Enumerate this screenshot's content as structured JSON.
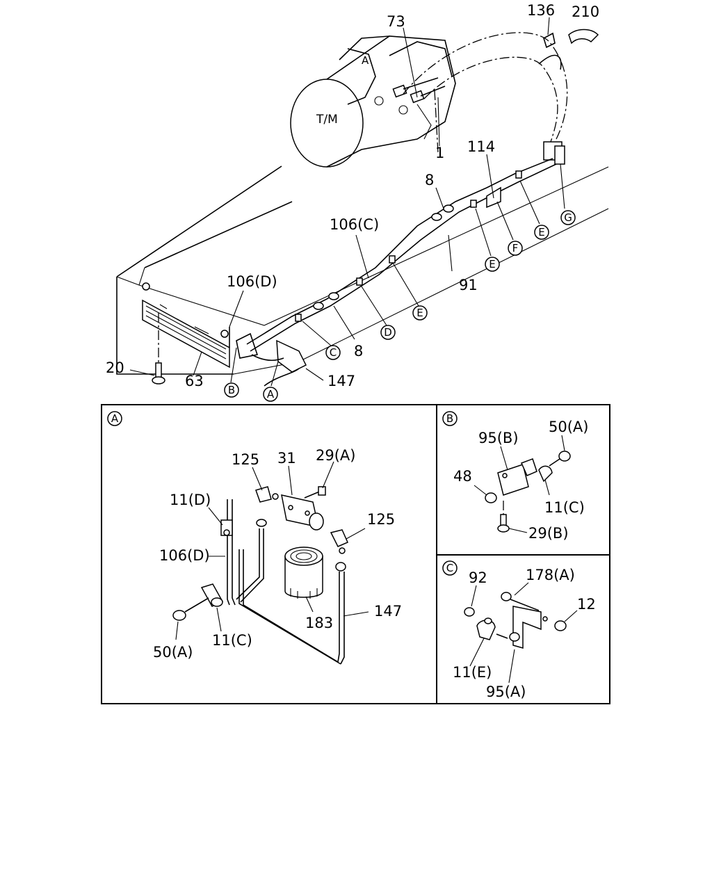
{
  "main": {
    "labels": [
      "73",
      "136",
      "210",
      "1",
      "114",
      "8",
      "106(C)",
      "91",
      "106(D)",
      "8",
      "20",
      "63",
      "147"
    ],
    "markers": [
      "G",
      "E",
      "F",
      "E",
      "E",
      "D",
      "C",
      "B",
      "A"
    ],
    "tm_label": "T/M",
    "a_label": "A"
  },
  "panel_a": {
    "marker": "A",
    "labels": [
      "125",
      "31",
      "29(A)",
      "11(D)",
      "125",
      "106(D)",
      "147",
      "183",
      "50(A)",
      "11(C)"
    ]
  },
  "panel_b": {
    "marker": "B",
    "labels": [
      "95(B)",
      "50(A)",
      "48",
      "11(C)",
      "29(B)"
    ]
  },
  "panel_c": {
    "marker": "C",
    "labels": [
      "92",
      "178(A)",
      "12",
      "11(E)",
      "95(A)"
    ]
  }
}
